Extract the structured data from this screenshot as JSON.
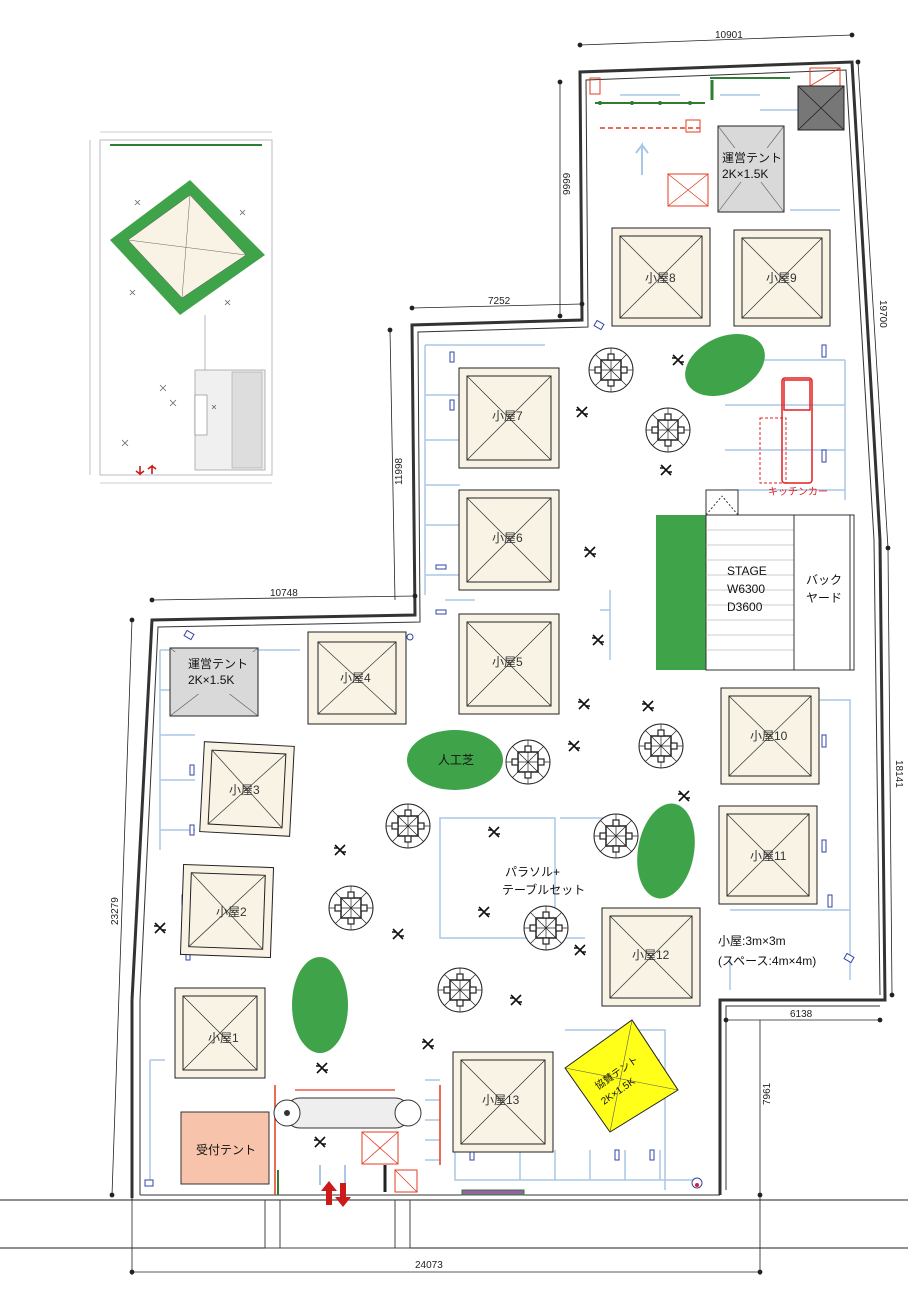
{
  "dimensions": {
    "d_top": "10901",
    "d_upper_right": "19700",
    "d_right_middle": "18141",
    "d_left_long": "23279",
    "d_bottom": "24073",
    "d_notch_width": "6138",
    "d_notch_height": "7961",
    "d_mid_horizontal": "10748",
    "d_mid_vertical": "11998",
    "d_upper_horizontal": "7252",
    "d_upper_vertical": "9999"
  },
  "huts": [
    {
      "id": "hut-1",
      "label": "小屋1"
    },
    {
      "id": "hut-2",
      "label": "小屋2"
    },
    {
      "id": "hut-3",
      "label": "小屋3"
    },
    {
      "id": "hut-4",
      "label": "小屋4"
    },
    {
      "id": "hut-5",
      "label": "小屋5"
    },
    {
      "id": "hut-6",
      "label": "小屋6"
    },
    {
      "id": "hut-7",
      "label": "小屋7"
    },
    {
      "id": "hut-8",
      "label": "小屋8"
    },
    {
      "id": "hut-9",
      "label": "小屋9"
    },
    {
      "id": "hut-10",
      "label": "小屋10"
    },
    {
      "id": "hut-11",
      "label": "小屋11"
    },
    {
      "id": "hut-12",
      "label": "小屋12"
    },
    {
      "id": "hut-13",
      "label": "小屋13"
    }
  ],
  "tents": {
    "office_tent_top_line1": "運営テント",
    "office_tent_top_line2": "2K×1.5K",
    "office_tent_left_line1": "運営テント",
    "office_tent_left_line2": "2K×1.5K",
    "security_tent_line1": "協賛テント",
    "security_tent_line2": "2K×1.5K",
    "reception_tent": "受付テント"
  },
  "stage": {
    "line1": "STAGE",
    "line2": "W6300",
    "line3": "D3600",
    "backyard_line1": "バック",
    "backyard_line2": "ヤード"
  },
  "labels": {
    "kitchen_car": "キッチンカー",
    "artificial_turf": "人工芝",
    "parasol_line1": "パラソル+",
    "parasol_line2": "テーブルセット",
    "hut_spec_line1": "小屋:3m×3m",
    "hut_spec_line2": "(スペース:4m×4m)"
  },
  "colors": {
    "turf_green": "#3fa34a",
    "hut_fill": "#f8f3e4",
    "tent_gray": "#d9d9d9",
    "security_yellow": "#ffff1a",
    "reception_pink": "#f7c3ab",
    "kitchen_red": "#e02020",
    "entrance_red": "#cc1a1a",
    "parking_blue": "#a9c7e6"
  }
}
